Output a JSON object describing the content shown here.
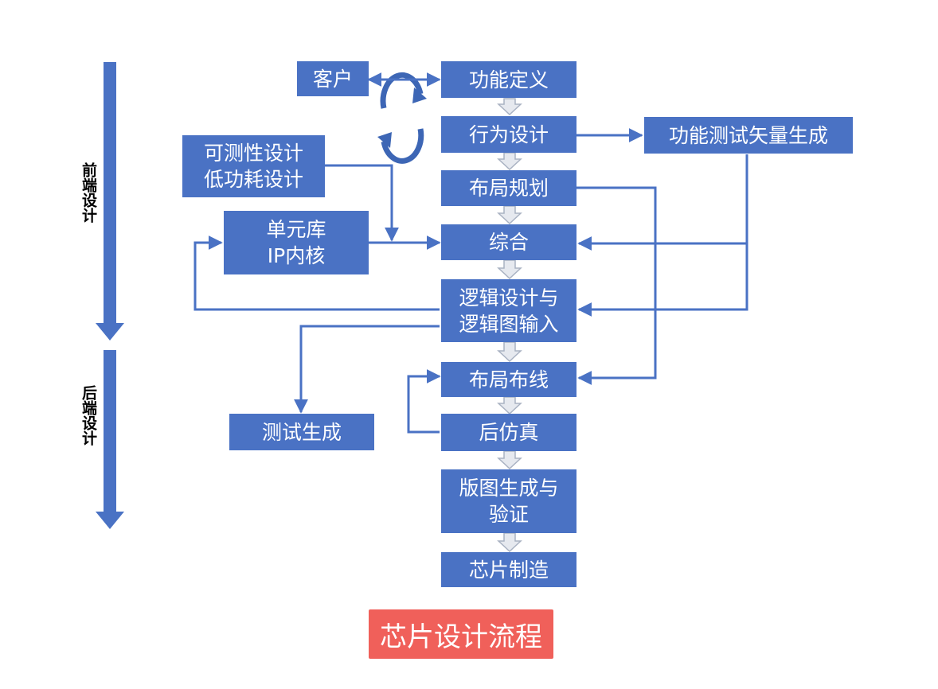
{
  "colors": {
    "box": "#4a72c4",
    "caption": "#f0605a",
    "down_arrow_fill": "#e6e9ef"
  },
  "stages": {
    "front": "前端设计",
    "back": "后端设计"
  },
  "nodes": {
    "customer": "客户",
    "func_def": "功能定义",
    "behavior": "行为设计",
    "func_test_vec": "功能测试矢量生成",
    "dft_line1": "可测性设计",
    "dft_line2": "低功耗设计",
    "floorplan": "布局规划",
    "lib_line1": "单元库",
    "lib_line2": "IP内核",
    "synthesis": "综合",
    "logic_line1": "逻辑设计与",
    "logic_line2": "逻辑图输入",
    "pnr": "布局布线",
    "test_gen": "测试生成",
    "post_sim": "后仿真",
    "layout_line1": "版图生成与",
    "layout_line2": "验证",
    "fab": "芯片制造"
  },
  "caption": "芯片设计流程"
}
